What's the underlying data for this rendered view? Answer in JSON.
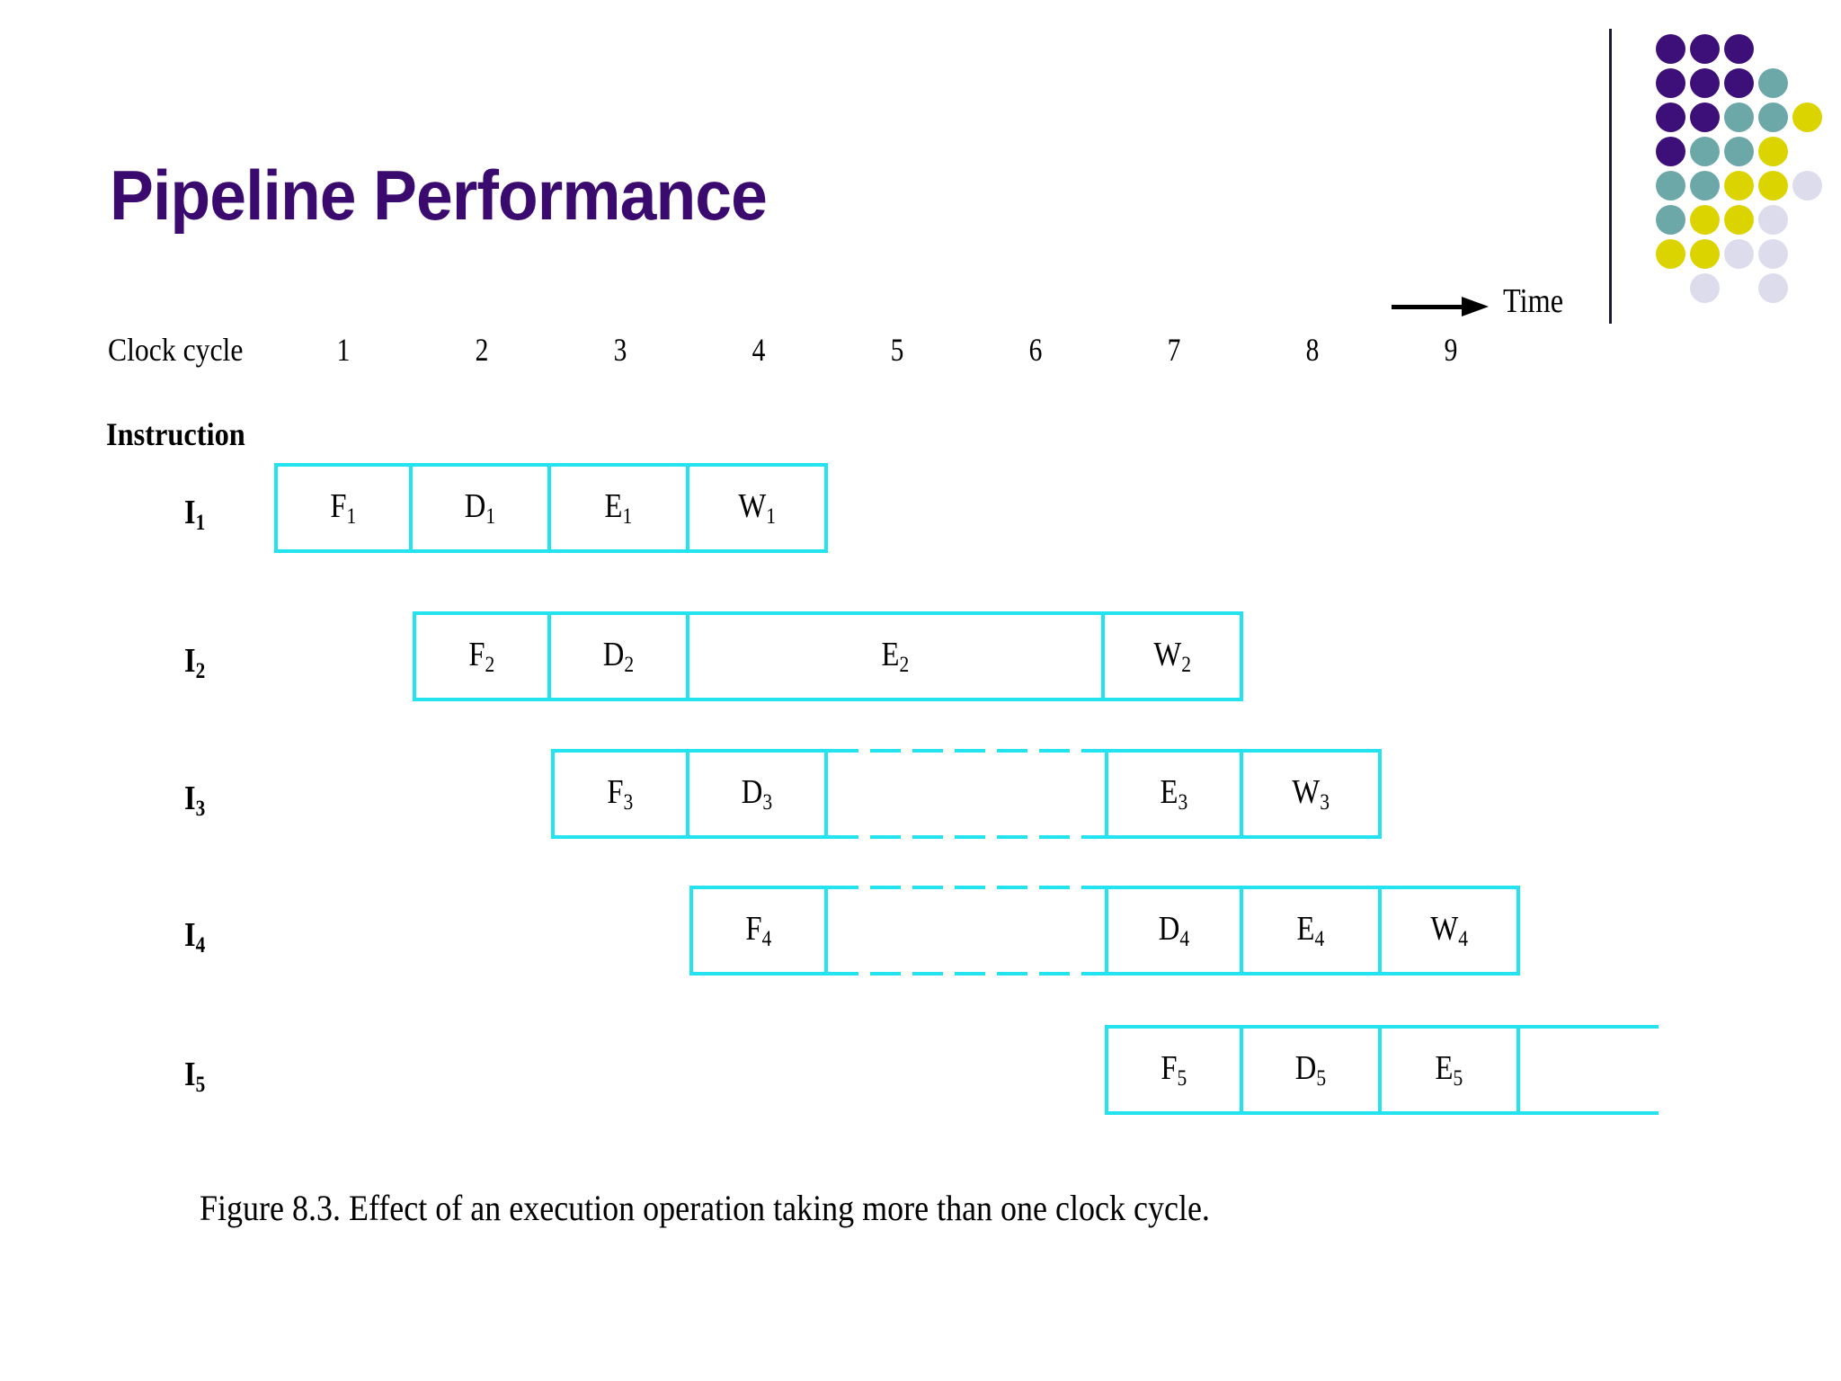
{
  "title": "Pipeline Performance",
  "header": {
    "clock_label": "Clock cycle",
    "cycles": [
      "1",
      "2",
      "3",
      "4",
      "5",
      "6",
      "7",
      "8",
      "9"
    ],
    "time_label": "Time",
    "instruction_label": "Instruction"
  },
  "colors": {
    "title": "#3B0A6E",
    "box_border": "#22E3EE",
    "logo_purple": "#3D0F78",
    "logo_teal": "#6CA8A8",
    "logo_yellow": "#DCD400",
    "logo_lavender": "#DDDCEC",
    "text": "#000000"
  },
  "logo": {
    "rows": [
      [
        "purple",
        "purple",
        "purple"
      ],
      [
        "purple",
        "purple",
        "purple",
        "teal"
      ],
      [
        "purple",
        "purple",
        "teal",
        "teal",
        "yellow"
      ],
      [
        "purple",
        "teal",
        "teal",
        "yellow"
      ],
      [
        "teal",
        "teal",
        "yellow",
        "yellow",
        "lavender"
      ],
      [
        "teal",
        "yellow",
        "yellow",
        "lavender"
      ],
      [
        "yellow",
        "yellow",
        "lavender",
        "lavender"
      ],
      [
        "none",
        "lavender",
        "none",
        "lavender"
      ]
    ]
  },
  "chart_data": {
    "type": "table",
    "title": "Pipeline Performance",
    "xlabel": "Clock cycle",
    "ylabel": "Instruction",
    "x": [
      "1",
      "2",
      "3",
      "4",
      "5",
      "6",
      "7",
      "8",
      "9"
    ],
    "rows": [
      {
        "instruction": "I1",
        "stages": [
          {
            "label": "F",
            "sub": "1",
            "start": 1,
            "span": 1,
            "style": "solid"
          },
          {
            "label": "D",
            "sub": "1",
            "start": 2,
            "span": 1,
            "style": "solid"
          },
          {
            "label": "E",
            "sub": "1",
            "start": 3,
            "span": 1,
            "style": "solid"
          },
          {
            "label": "W",
            "sub": "1",
            "start": 4,
            "span": 1,
            "style": "solid"
          }
        ]
      },
      {
        "instruction": "I2",
        "stages": [
          {
            "label": "F",
            "sub": "2",
            "start": 2,
            "span": 1,
            "style": "solid"
          },
          {
            "label": "D",
            "sub": "2",
            "start": 3,
            "span": 1,
            "style": "solid"
          },
          {
            "label": "E",
            "sub": "2",
            "start": 4,
            "span": 3,
            "style": "solid"
          },
          {
            "label": "W",
            "sub": "2",
            "start": 7,
            "span": 1,
            "style": "solid"
          }
        ]
      },
      {
        "instruction": "I3",
        "stages": [
          {
            "label": "F",
            "sub": "3",
            "start": 3,
            "span": 1,
            "style": "solid"
          },
          {
            "label": "D",
            "sub": "3",
            "start": 4,
            "span": 1,
            "style": "solid"
          },
          {
            "label": "",
            "sub": "",
            "start": 5,
            "span": 2,
            "style": "dashed"
          },
          {
            "label": "E",
            "sub": "3",
            "start": 7,
            "span": 1,
            "style": "solid"
          },
          {
            "label": "W",
            "sub": "3",
            "start": 8,
            "span": 1,
            "style": "solid"
          }
        ]
      },
      {
        "instruction": "I4",
        "stages": [
          {
            "label": "F",
            "sub": "4",
            "start": 4,
            "span": 1,
            "style": "solid"
          },
          {
            "label": "",
            "sub": "",
            "start": 5,
            "span": 2,
            "style": "dashed"
          },
          {
            "label": "D",
            "sub": "4",
            "start": 7,
            "span": 1,
            "style": "solid"
          },
          {
            "label": "E",
            "sub": "4",
            "start": 8,
            "span": 1,
            "style": "solid"
          },
          {
            "label": "W",
            "sub": "4",
            "start": 9,
            "span": 1,
            "style": "solid"
          }
        ]
      },
      {
        "instruction": "I5",
        "stages": [
          {
            "label": "F",
            "sub": "5",
            "start": 7,
            "span": 1,
            "style": "solid"
          },
          {
            "label": "D",
            "sub": "5",
            "start": 8,
            "span": 1,
            "style": "solid"
          },
          {
            "label": "E",
            "sub": "5",
            "start": 9,
            "span": 1,
            "style": "solid"
          },
          {
            "label": "",
            "sub": "",
            "start": 10,
            "span": 1,
            "style": "truncated"
          }
        ]
      }
    ]
  },
  "caption": "Figure 8.3.   Effect of an execution operation taking more than one clock cycle."
}
